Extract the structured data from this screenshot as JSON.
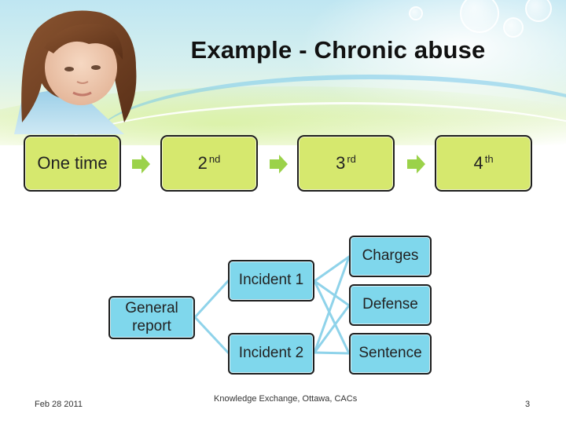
{
  "title": "Example - Chronic abuse",
  "timeline": [
    {
      "label": "One time",
      "suffix": ""
    },
    {
      "label": "2",
      "suffix": "nd"
    },
    {
      "label": "3",
      "suffix": "rd"
    },
    {
      "label": "4",
      "suffix": "th"
    }
  ],
  "tree": {
    "root": "General report",
    "incidents": [
      "Incident 1",
      "Incident 2"
    ],
    "outcomes": [
      "Charges",
      "Defense",
      "Sentence"
    ]
  },
  "footer": {
    "date": "Feb 28 2011",
    "center": "Knowledge Exchange, Ottawa, CACs",
    "page": "3"
  },
  "colors": {
    "timeline_fill": "#d6e86e",
    "tree_fill": "#7fd7ec",
    "arrow": "#9bd24a",
    "connector": "#8fd3ea"
  },
  "icons": {
    "arrow": "right-arrow-icon"
  }
}
